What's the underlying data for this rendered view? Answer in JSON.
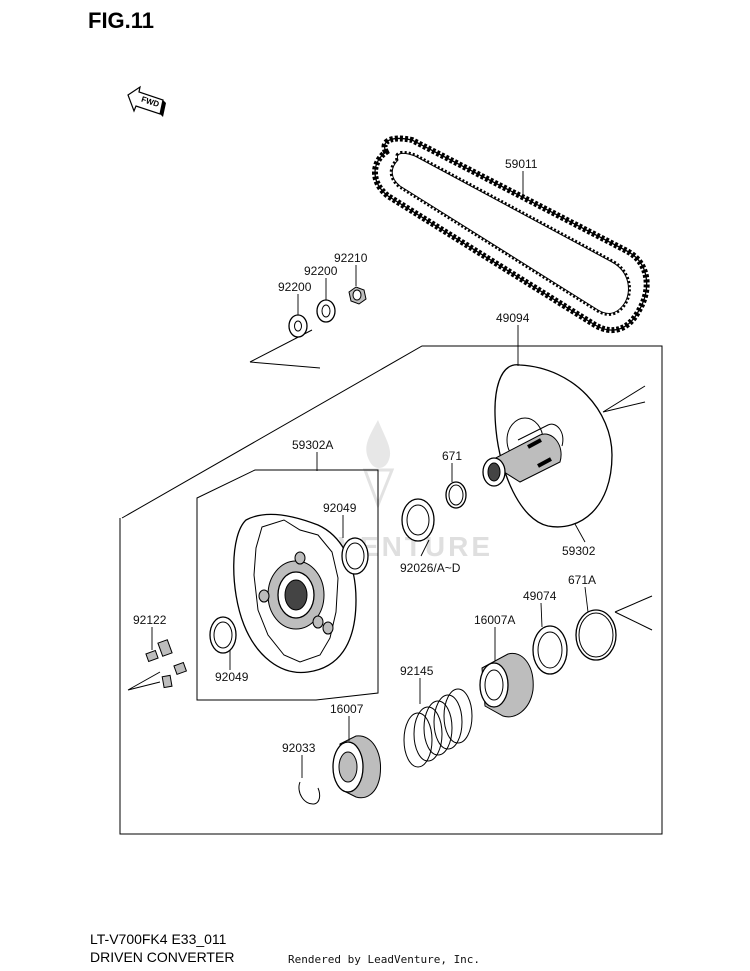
{
  "figure": {
    "title": "FIG.11",
    "model_code": "LT-V700FK4 E33_011",
    "section_name": "DRIVEN CONVERTER",
    "rendered_by": "Rendered by LeadVenture, Inc.",
    "watermark": "LEADVENTURE",
    "fwd_label": "FWD"
  },
  "parts": {
    "p59011": "59011",
    "p92210": "92210",
    "p92200a": "92200",
    "p92200b": "92200",
    "p49094": "49094",
    "p59302A": "59302A",
    "p671": "671",
    "p92049a": "92049",
    "p92026": "92026/A~D",
    "p59302": "59302",
    "p671A": "671A",
    "p49074": "49074",
    "p16007A": "16007A",
    "p92122": "92122",
    "p92049b": "92049",
    "p92145": "92145",
    "p16007": "16007",
    "p92033": "92033"
  }
}
